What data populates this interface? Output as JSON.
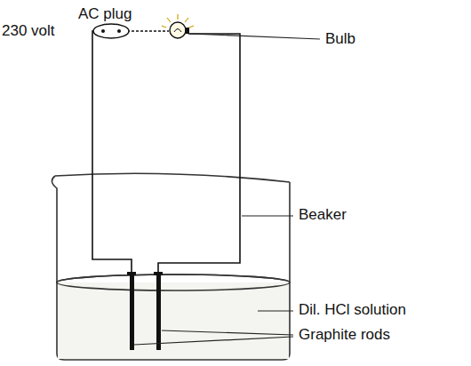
{
  "diagram": {
    "labels": [
      "AC plug",
      "230 volt",
      "Bulb",
      "Beaker",
      "Dil. HCl solution",
      "Graphite rods"
    ]
  }
}
